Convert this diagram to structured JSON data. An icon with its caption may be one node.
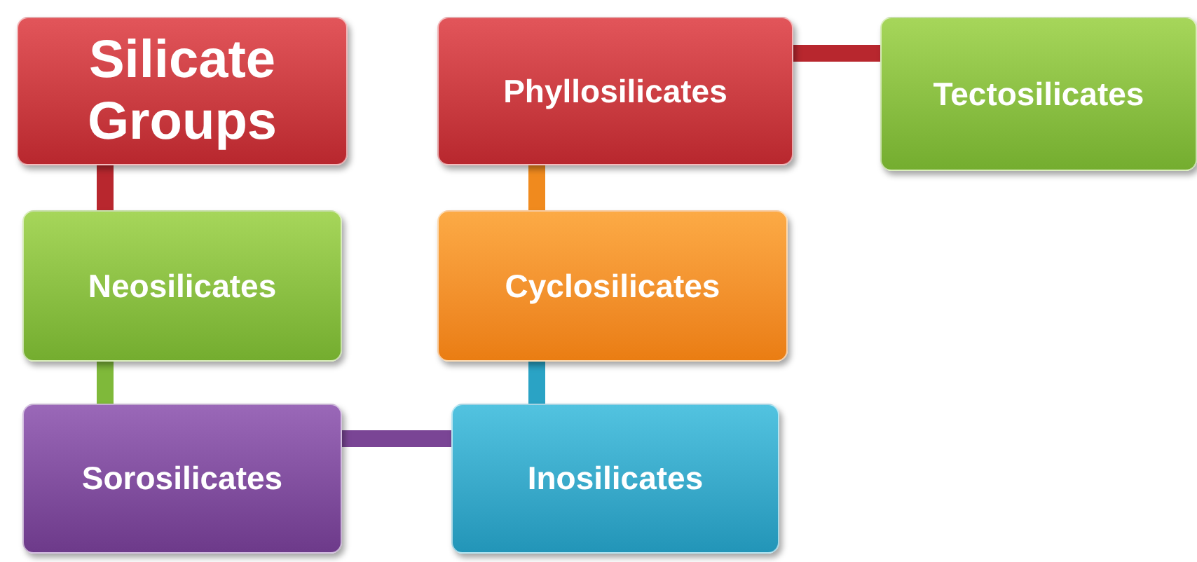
{
  "diagram": {
    "nodes": [
      {
        "text": [
          "Silicate Groups"
        ]
      },
      {
        "text": [
          "Neosilicates"
        ]
      },
      {
        "text": [
          "Sorosilicates"
        ]
      },
      {
        "text": [
          "Inosilicates"
        ]
      },
      {
        "text": [
          "Cyclosilicates"
        ]
      },
      {
        "text": [
          "Phyllosilicates"
        ]
      },
      {
        "text": [
          "Tectosilicates"
        ]
      }
    ],
    "edges": [
      {
        "from": 0,
        "to": 1,
        "arrow": "none",
        "color": "#b8272e"
      },
      {
        "from": 1,
        "to": 2,
        "arrow": "none",
        "color": "#7fb93a"
      },
      {
        "from": 2,
        "to": 3,
        "arrow": "none",
        "color": "#7a4595"
      },
      {
        "from": 3,
        "to": 4,
        "arrow": "none",
        "color": "#2aa3c5"
      },
      {
        "from": 4,
        "to": 5,
        "arrow": "none",
        "color": "#f08a1e"
      },
      {
        "from": 5,
        "to": 6,
        "arrow": "none",
        "color": "#b8272e"
      }
    ]
  }
}
